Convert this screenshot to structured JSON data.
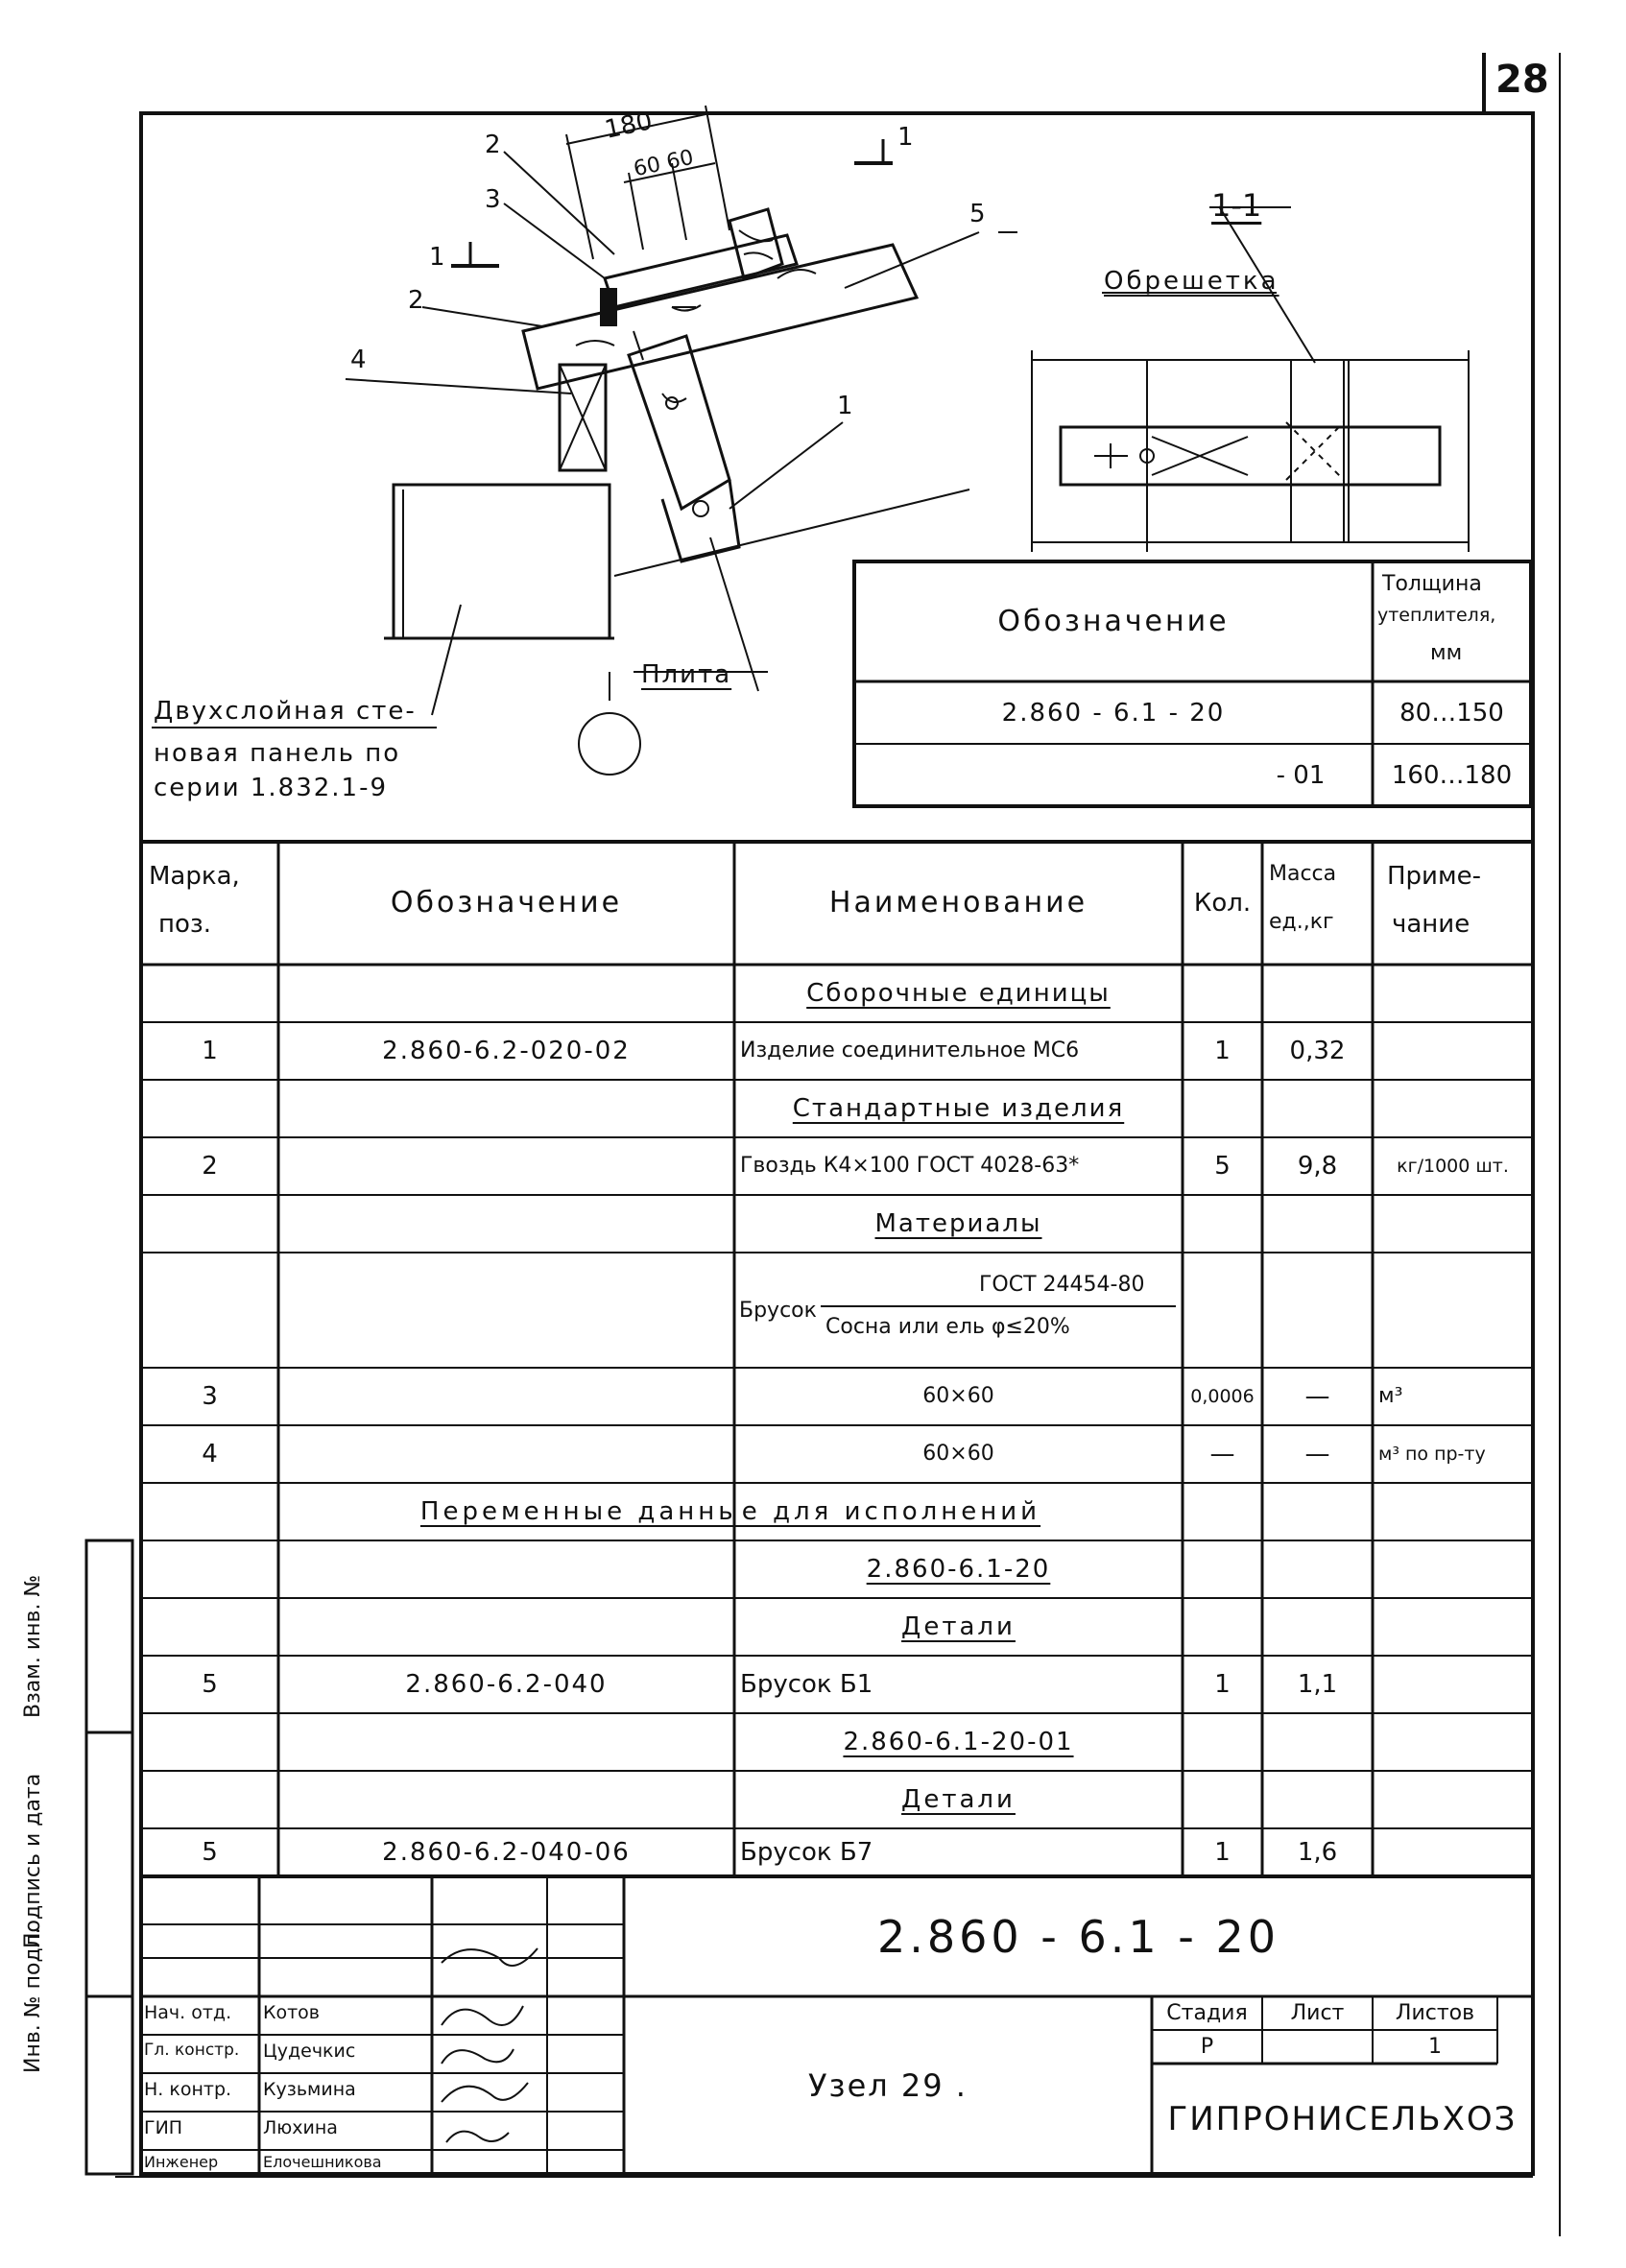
{
  "sheet_number": "28",
  "drawing": {
    "dim_total": "180",
    "dim_parts": "60 60",
    "section_mark": "1",
    "section_title": "1-1",
    "section_label": "Обрешетка",
    "callouts": [
      "1",
      "2",
      "2",
      "3",
      "4",
      "5"
    ],
    "plita_label": "Плита",
    "wall_label_1": "Двухслойная сте-",
    "wall_label_2": "новая панель по",
    "wall_label_3": "серии  1.832.1-9"
  },
  "variant_table": {
    "header_designation": "Обозначение",
    "header_thickness_1": "Толщина",
    "header_thickness_2": "утеплителя,",
    "header_thickness_3": "мм",
    "rows": [
      {
        "designation": "2.860 - 6.1 - 20",
        "thickness": "80…150"
      },
      {
        "designation": "- 01",
        "thickness": "160…180"
      }
    ]
  },
  "spec_table": {
    "headers": {
      "mark_1": "Марка,",
      "mark_2": "поз.",
      "designation": "Обозначение",
      "name": "Наименование",
      "qty": "Кол.",
      "mass_1": "Масса",
      "mass_2": "ед.,кг",
      "note_1": "Приме-",
      "note_2": "чание"
    },
    "rows": [
      {
        "mark": "",
        "designation": "",
        "name": "Сборочные единицы",
        "qty": "",
        "mass": "",
        "note": "",
        "section": true
      },
      {
        "mark": "1",
        "designation": "2.860-6.2-020-02",
        "name": "Изделие соединительное МС6",
        "qty": "1",
        "mass": "0,32",
        "note": ""
      },
      {
        "mark": "",
        "designation": "",
        "name": "Стандартные изделия",
        "qty": "",
        "mass": "",
        "note": "",
        "section": true
      },
      {
        "mark": "2",
        "designation": "",
        "name": "Гвоздь К4×100 ГОСТ 4028-63*",
        "qty": "5",
        "mass": "9,8",
        "note": "кг/1000 шт."
      },
      {
        "mark": "",
        "designation": "",
        "name": "Материалы",
        "qty": "",
        "mass": "",
        "note": "",
        "section": true
      },
      {
        "mark": "",
        "designation": "",
        "name": "Брусок",
        "qty": "",
        "mass": "",
        "note": "",
        "material": true
      },
      {
        "mark": "3",
        "designation": "",
        "name": "60×60",
        "qty": "0,0006",
        "mass": "—",
        "note": "м³"
      },
      {
        "mark": "4",
        "designation": "",
        "name": "60×60",
        "qty": "—",
        "mass": "—",
        "note": "м³ по пр-ту"
      },
      {
        "mark": "",
        "designation": "",
        "name": "Переменные данные для исполнений",
        "qty": "",
        "mass": "",
        "note": "",
        "wide": true
      },
      {
        "mark": "",
        "designation": "",
        "name": "2.860-6.1-20",
        "qty": "",
        "mass": "",
        "note": "",
        "section": true
      },
      {
        "mark": "",
        "designation": "",
        "name": "Детали",
        "qty": "",
        "mass": "",
        "note": "",
        "section": true
      },
      {
        "mark": "5",
        "designation": "2.860-6.2-040",
        "name": "Брусок  Б1",
        "qty": "1",
        "mass": "1,1",
        "note": ""
      },
      {
        "mark": "",
        "designation": "",
        "name": "2.860-6.1-20-01",
        "qty": "",
        "mass": "",
        "note": "",
        "section": true
      },
      {
        "mark": "",
        "designation": "",
        "name": "Детали",
        "qty": "",
        "mass": "",
        "note": "",
        "section": true
      },
      {
        "mark": "5",
        "designation": "2.860-6.2-040-06",
        "name": "Брусок  Б7",
        "qty": "1",
        "mass": "1,6",
        "note": ""
      }
    ],
    "material_std": "ГОСТ 24454-80",
    "material_spec": "Сосна или ель φ≤20%"
  },
  "title_block": {
    "code": "2.860 - 6.1 - 20",
    "title": "Узел 29 .",
    "stage_header": "Стадия",
    "sheet_header": "Лист",
    "sheets_header": "Листов",
    "stage_value": "Р",
    "sheets_value": "1",
    "organization": "ГИПРОНИСЕЛЬХОЗ",
    "signatures": [
      {
        "role": "Нач. отд.",
        "name": "Котов"
      },
      {
        "role": "Гл. констр.",
        "name": "Цудечкис"
      },
      {
        "role": "Н. контр.",
        "name": "Кузьмина"
      },
      {
        "role": "ГИП",
        "name": "Люхина"
      },
      {
        "role": "Инженер",
        "name": "Елочешникова"
      }
    ]
  },
  "side_labels": {
    "inv_orig": "Инв. № подл.",
    "sign_date": "Подпись и дата",
    "inv_repl": "Взам. инв. №"
  }
}
